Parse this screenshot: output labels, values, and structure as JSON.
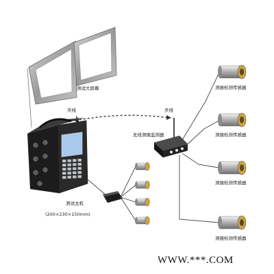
{
  "labels": {
    "screen": "测试大屏幕",
    "antenna_left": "天线",
    "antenna_right": "天线",
    "receiver": "无线测振监测器",
    "host": "测试主机",
    "host_size": "(200×230×150mm)",
    "sensors": [
      "测振检测传感器",
      "测振检测传感器",
      "测振检测传感器",
      "测振检测传感器"
    ]
  },
  "watermark": "WWW.***.COM",
  "colors": {
    "device_body": "#1c1c1c",
    "host_screen": "#a9c9ea",
    "sensor_face": "#c9a447",
    "wire": "#444444"
  }
}
